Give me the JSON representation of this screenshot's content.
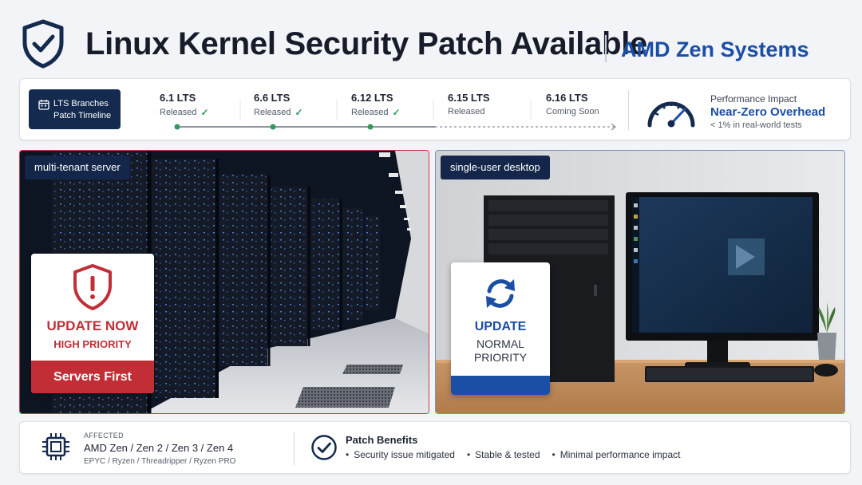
{
  "header": {
    "title": "Linux Kernel Security Patch Available",
    "subtitle": "AMD Zen Systems"
  },
  "timeline": {
    "badge_line1": "LTS Branches",
    "badge_line2": "Patch Timeline",
    "versions": [
      {
        "name": "6.1 LTS",
        "status": "Released",
        "check": "✓"
      },
      {
        "name": "6.6 LTS",
        "status": "Released",
        "check": "✓"
      },
      {
        "name": "6.12 LTS",
        "status": "Released",
        "check": "✓"
      },
      {
        "name": "6.15 LTS",
        "status": "Released",
        "check": ""
      },
      {
        "name": "6.16 LTS",
        "status": "Coming Soon",
        "check": ""
      }
    ],
    "performance": {
      "label": "Performance Impact",
      "value": "Near-Zero Overhead",
      "note": "< 1% in real-world tests"
    }
  },
  "panels": {
    "server": {
      "tag": "multi-tenant server",
      "card_title": "UPDATE NOW",
      "card_priority": "HIGH PRIORITY",
      "card_footer": "Servers First"
    },
    "desktop": {
      "tag": "single-user desktop",
      "card_title": "UPDATE",
      "card_line1": "NORMAL",
      "card_line2": "PRIORITY"
    }
  },
  "footer": {
    "affected_label": "AFFECTED",
    "affected_main": "AMD Zen / Zen 2 / Zen 3 / Zen 4",
    "affected_sub": "EPYC / Ryzen / Threadripper / Ryzen PRO",
    "benefits_title": "Patch Benefits",
    "benefits": [
      "Security issue mitigated",
      "Stable & tested",
      "Minimal performance impact"
    ]
  },
  "colors": {
    "brand_blue": "#1a4fa8",
    "navy": "#142a4e",
    "alert_red": "#c12e36",
    "success_green": "#2e9a5b"
  },
  "icons": {
    "logo": "shield-check-icon",
    "badge": "calendar-icon",
    "performance": "gauge-icon",
    "server_card": "warning-shield-icon",
    "desktop_card": "sync-icon",
    "affected": "cpu-chip-icon",
    "benefits": "check-circle-icon"
  }
}
